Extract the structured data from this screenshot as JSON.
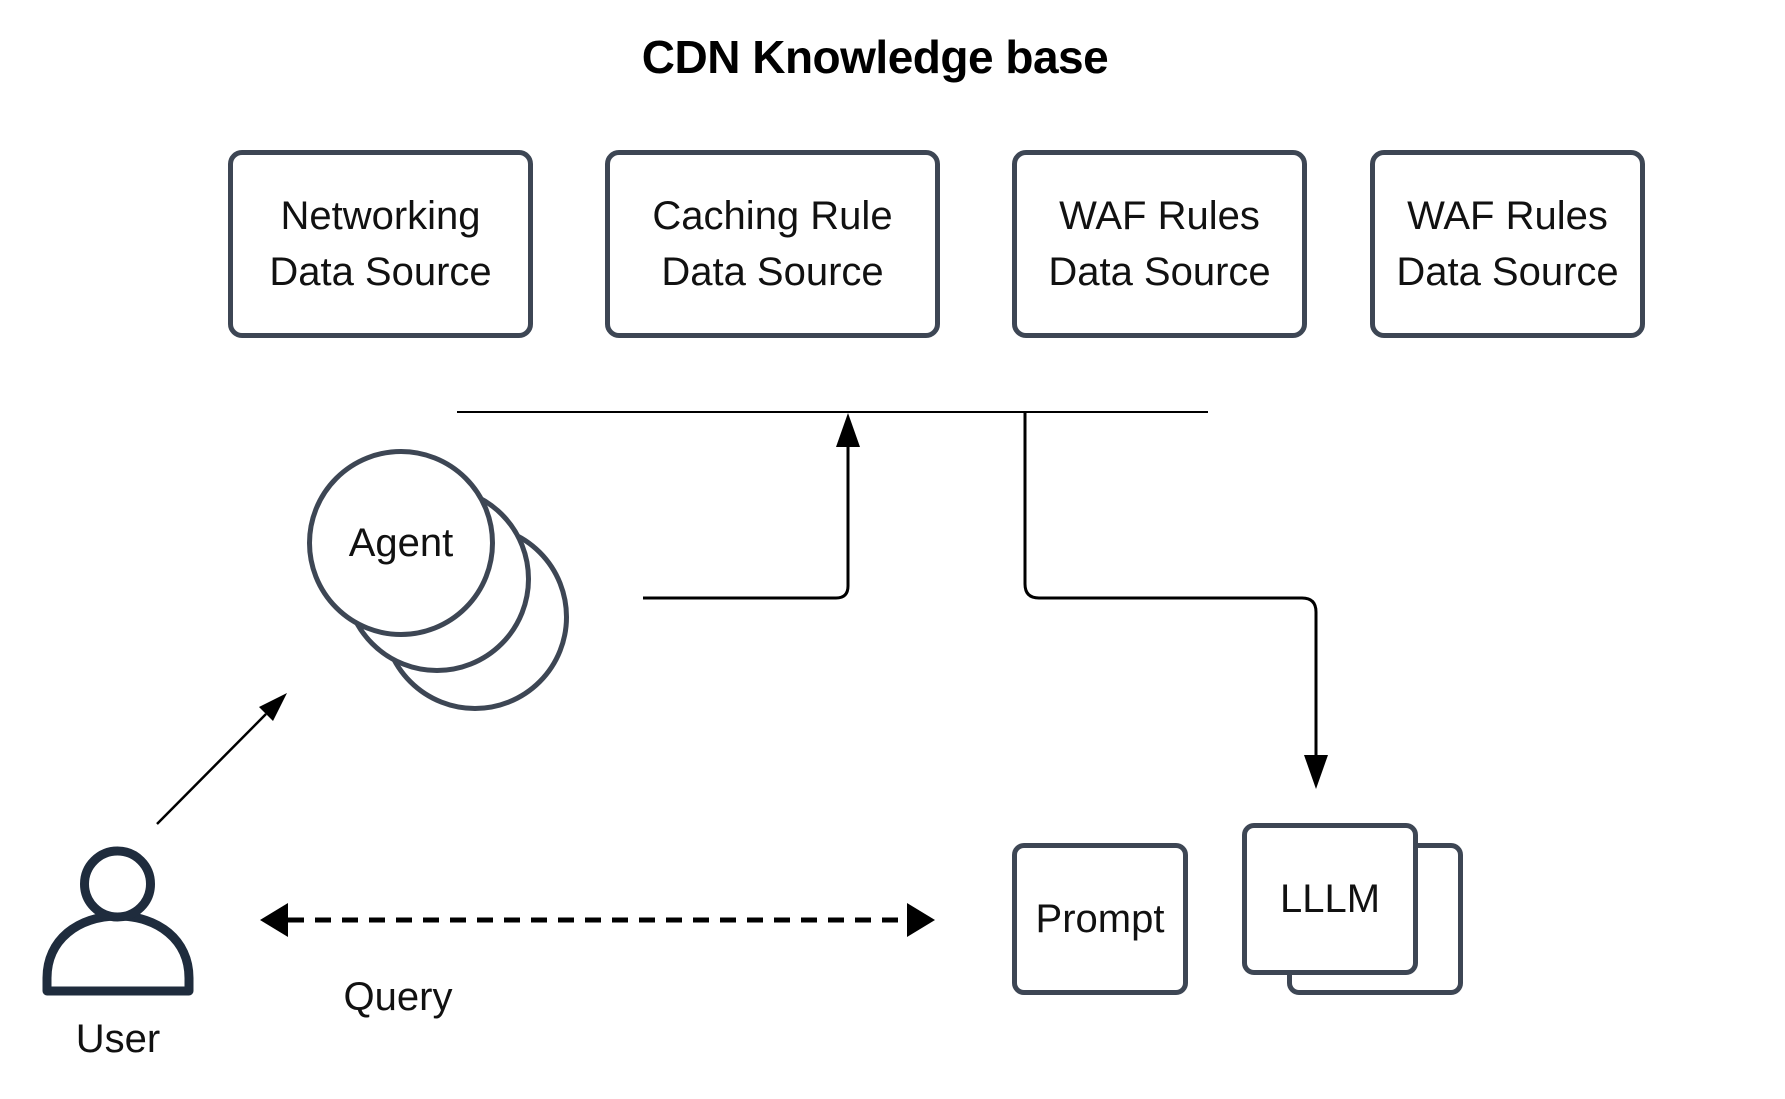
{
  "title": "CDN Knowledge base",
  "data_sources": [
    {
      "line1": "Networking",
      "line2": "Data Source"
    },
    {
      "line1": "Caching Rule",
      "line2": "Data Source"
    },
    {
      "line1": "WAF Rules",
      "line2": "Data Source"
    },
    {
      "line1": "WAF Rules",
      "line2": "Data Source"
    }
  ],
  "agent": {
    "label": "Agent"
  },
  "user": {
    "label": "User",
    "icon": "person-silhouette"
  },
  "query": {
    "label": "Query"
  },
  "prompt": {
    "label": "Prompt"
  },
  "llm": {
    "label": "LLLM"
  },
  "colors": {
    "shape_border": "#3d4654",
    "user_icon_stroke": "#1f2c3d",
    "connector": "#000000",
    "text": "#111111",
    "background": "#ffffff"
  }
}
